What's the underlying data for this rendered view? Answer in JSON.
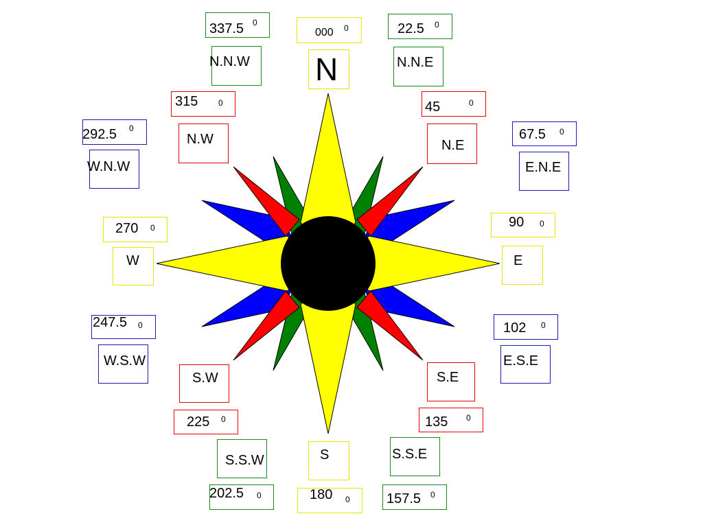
{
  "colors": {
    "yellow": "#ffff00",
    "red": "#ff0000",
    "blue": "#0000ff",
    "green": "#008000",
    "center": "#000000",
    "outline": "#000000",
    "box_yellow": "#e6e600",
    "box_red": "#e60000",
    "box_blue": "#1a1ab3",
    "box_green": "#1a8a1a"
  },
  "compass": {
    "cardinal": {
      "n": {
        "dir": "N",
        "deg": "000",
        "deg_mark": "0"
      },
      "e": {
        "dir": "E",
        "deg": "90",
        "deg_mark": "0"
      },
      "s": {
        "dir": "S",
        "deg": "180",
        "deg_mark": "0"
      },
      "w": {
        "dir": "W",
        "deg": "270",
        "deg_mark": "0"
      }
    },
    "intercardinal": {
      "ne": {
        "dir": "N.E",
        "deg": "45",
        "deg_mark": "0"
      },
      "se": {
        "dir": "S.E",
        "deg": "135",
        "deg_mark": "0"
      },
      "sw": {
        "dir": "S.W",
        "deg": "225",
        "deg_mark": "0"
      },
      "nw": {
        "dir": "N.W",
        "deg": "315",
        "deg_mark": "0"
      }
    },
    "secondary": {
      "nne": {
        "dir": "N.N.E",
        "deg": "22.5",
        "deg_mark": "0"
      },
      "ene": {
        "dir": "E.N.E",
        "deg": "67.5",
        "deg_mark": "0"
      },
      "ese": {
        "dir": "E.S.E",
        "deg": "102",
        "deg_mark": "0"
      },
      "sse": {
        "dir": "S.S.E",
        "deg": "157.5",
        "deg_mark": "0"
      },
      "ssw": {
        "dir": "S.S.W",
        "deg": "202.5",
        "deg_mark": "0"
      },
      "wsw": {
        "dir": "W.S.W",
        "deg": "247.5",
        "deg_mark": "0"
      },
      "wnw": {
        "dir": "W.N.W",
        "deg": "292.5",
        "deg_mark": "0"
      },
      "nnw": {
        "dir": "N.N.W",
        "deg": "337.5",
        "deg_mark": "0"
      }
    }
  }
}
